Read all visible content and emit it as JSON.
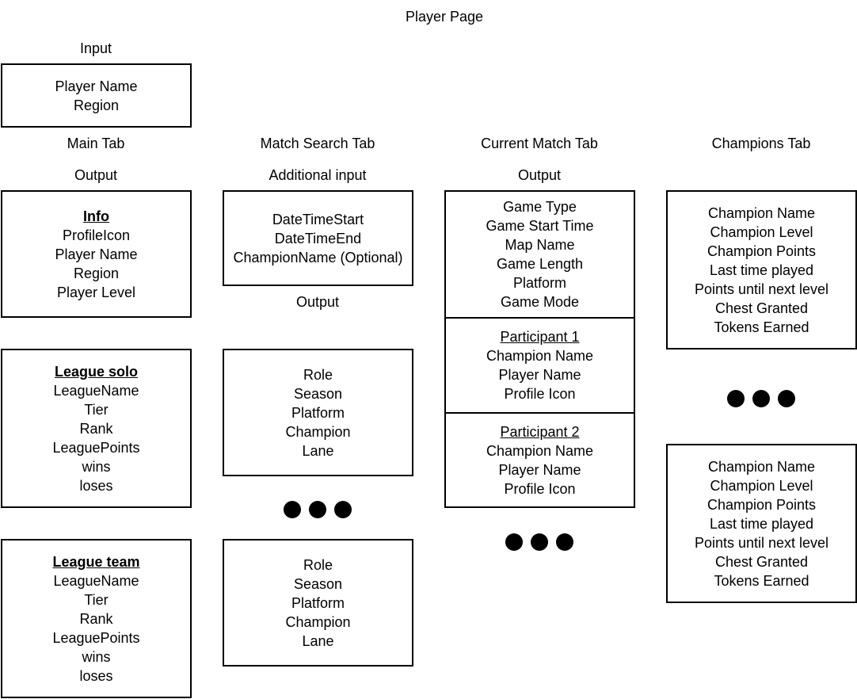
{
  "title": "Player Page",
  "input": {
    "label": "Input",
    "fields": [
      "Player Name",
      "Region"
    ]
  },
  "main_tab": {
    "tab_label": "Main Tab",
    "output_label": "Output",
    "info": {
      "heading": "Info",
      "items": [
        "ProfileIcon",
        "Player Name",
        "Region",
        "Player Level"
      ]
    },
    "league_solo": {
      "heading": "League solo",
      "items": [
        "LeagueName",
        "Tier",
        "Rank",
        "LeaguePoints",
        "wins",
        "loses"
      ]
    },
    "league_team": {
      "heading": "League team",
      "items": [
        "LeagueName",
        "Tier",
        "Rank",
        "LeaguePoints",
        "wins",
        "loses"
      ]
    }
  },
  "match_search_tab": {
    "tab_label": "Match Search Tab",
    "additional_input_label": "Additional input",
    "inputs": [
      "DateTimeStart",
      "DateTimeEnd",
      "ChampionName (Optional)"
    ],
    "output_label": "Output",
    "matches": [
      {
        "items": [
          "Role",
          "Season",
          "Platform",
          "Champion",
          "Lane"
        ]
      },
      {
        "items": [
          "Role",
          "Season",
          "Platform",
          "Champion",
          "Lane"
        ]
      }
    ]
  },
  "current_match_tab": {
    "tab_label": "Current Match Tab",
    "output_label": "Output",
    "game": {
      "items": [
        "Game Type",
        "Game Start Time",
        "Map Name",
        "Game Length",
        "Platform",
        "Game Mode"
      ]
    },
    "participants": [
      {
        "heading": "Participant 1",
        "items": [
          "Champion Name",
          "Player Name",
          "Profile Icon"
        ]
      },
      {
        "heading": "Participant 2",
        "items": [
          "Champion Name",
          "Player Name",
          "Profile Icon"
        ]
      }
    ]
  },
  "champions_tab": {
    "tab_label": "Champions Tab",
    "champions": [
      {
        "items": [
          "Champion Name",
          "Champion Level",
          "Champion Points",
          "Last time played",
          "Points until next level",
          "Chest Granted",
          "Tokens Earned"
        ]
      },
      {
        "items": [
          "Champion Name",
          "Champion Level",
          "Champion Points",
          "Last time played",
          "Points until next level",
          "Chest Granted",
          "Tokens Earned"
        ]
      }
    ]
  }
}
